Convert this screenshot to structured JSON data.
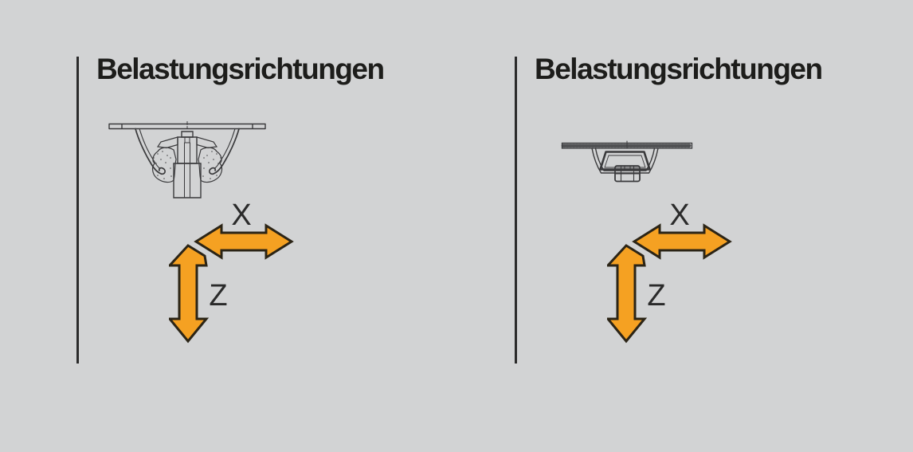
{
  "background": "#d2d3d4",
  "colors": {
    "arrow_fill": "#F5A122",
    "arrow_outline": "#2B2416",
    "heading_text": "#1D1D1B",
    "line_art": "#3A3A3C",
    "rule": "#2B2B2B"
  },
  "panels": [
    {
      "title": "Belastungsrichtungen",
      "figure": "conical engine mount cross-section",
      "axes": {
        "horizontal_label": "X",
        "vertical_label": "Z"
      }
    },
    {
      "title": "Belastungsrichtungen",
      "figure": "flat engine mount cross-section",
      "axes": {
        "horizontal_label": "X",
        "vertical_label": "Z"
      }
    }
  ]
}
